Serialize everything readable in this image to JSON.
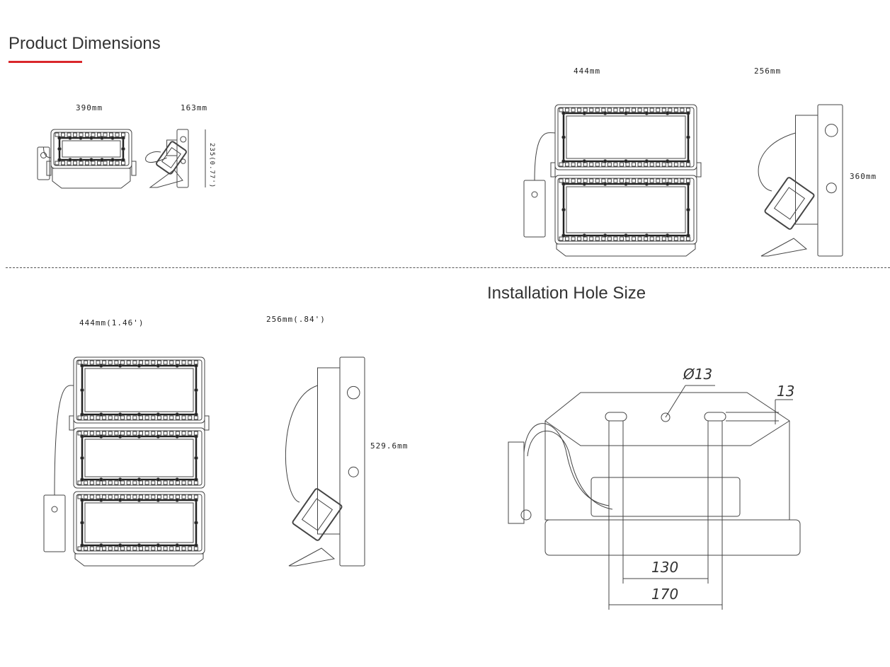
{
  "section_titles": {
    "product_dimensions": "Product Dimensions",
    "installation_hole_size": "Installation Hole Size"
  },
  "accent_color": "#d9262b",
  "small_fixture": {
    "width": "390mm",
    "depth": "163mm",
    "height": "235(0.77')"
  },
  "medium_fixture": {
    "width": "444mm",
    "depth": "256mm",
    "height": "360mm"
  },
  "large_fixture": {
    "width": "444mm(1.46')",
    "depth": "256mm(.84')",
    "height": "529.6mm"
  },
  "installation": {
    "hole_diameter": "Ø13",
    "edge_offset": "13",
    "inner_spacing": "130",
    "outer_spacing": "170"
  }
}
